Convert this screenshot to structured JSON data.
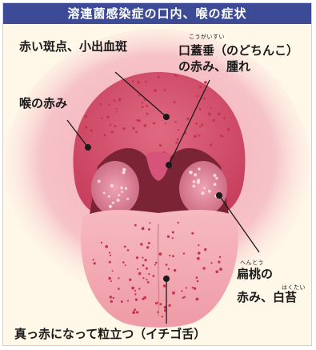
{
  "title": "溶連菌感染症の口内、喉の症状",
  "labels": {
    "spots": "赤い斑点、小出血斑",
    "uvula_ruby": "こうがいすい",
    "uvula_line1": "口蓋垂（のどちんこ）",
    "uvula_line2": "の赤み、腫れ",
    "throat": "喉の赤み",
    "tonsil_ruby": "へんとう",
    "tonsil_line1": "扁桃の",
    "tonsil_line2": "赤み、白苔",
    "white_moss_ruby": "はくたい",
    "tongue": "真っ赤になって粒立つ（イチゴ舌）"
  },
  "colors": {
    "title_bg": "#3d4b96",
    "background": "#fff8e9",
    "throat_pink": "#e88a9a",
    "dots": "#c8324f",
    "tongue": "#f3aab3"
  }
}
